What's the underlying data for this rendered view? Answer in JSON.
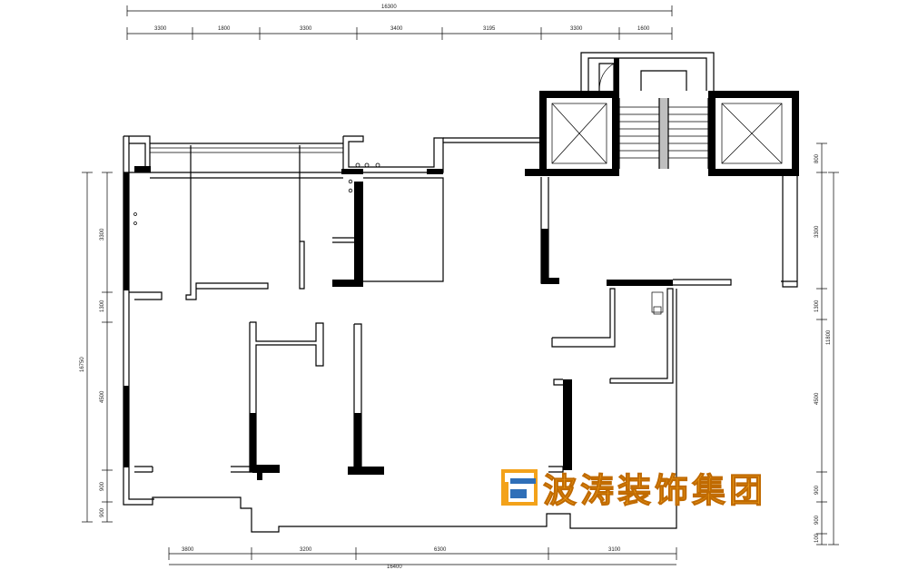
{
  "dimensions": {
    "top_total": "16300",
    "top_segments": [
      "3300",
      "1800",
      "3300",
      "3400",
      "3195",
      "3300",
      "1600"
    ],
    "bottom_total": "16400",
    "bottom_segments": [
      "3800",
      "3200",
      "6300",
      "3100"
    ],
    "left_total": "16750",
    "left_segments": [
      "3300",
      "1300",
      "4500",
      "900",
      "900"
    ],
    "right_total": "11800",
    "right_segments": [
      "800",
      "3300",
      "1300",
      "4500",
      "900",
      "900",
      "100"
    ]
  },
  "brand": {
    "name": "波涛装饰集团",
    "color": "#f3a21a",
    "logo_colors": [
      "#f3a21a",
      "#2f6fb8"
    ]
  }
}
